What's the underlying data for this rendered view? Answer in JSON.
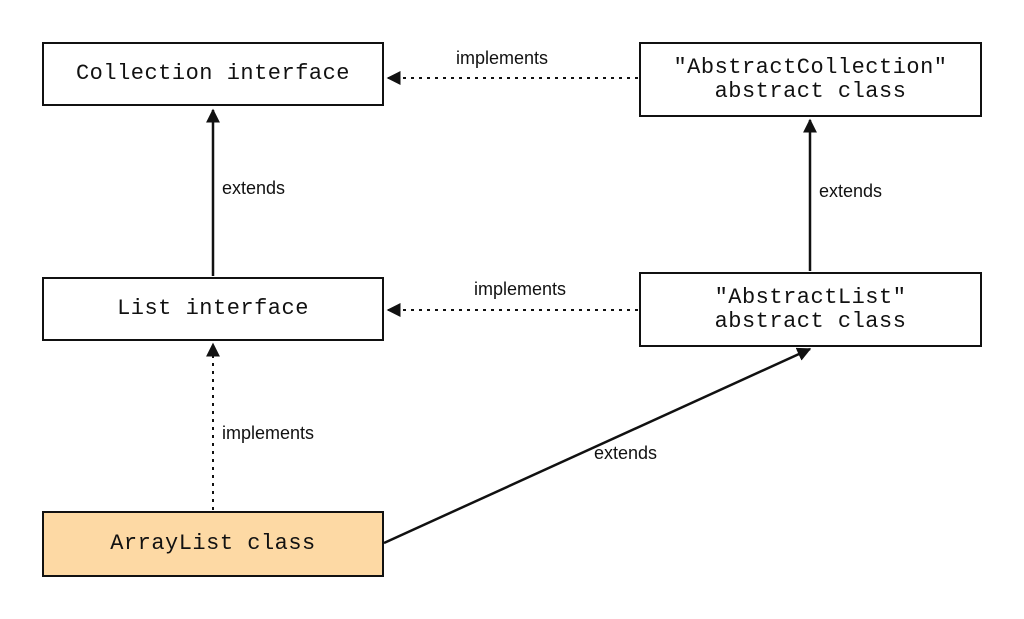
{
  "diagram": {
    "colors": {
      "highlight_fill": "#fdd9a4",
      "stroke": "#111111"
    },
    "nodes": {
      "collection": {
        "line1": "Collection interface"
      },
      "abstract_collection": {
        "line1": "\"AbstractCollection\"",
        "line2": "abstract class"
      },
      "list": {
        "line1": "List interface"
      },
      "abstract_list": {
        "line1": "\"AbstractList\"",
        "line2": "abstract class"
      },
      "arraylist": {
        "line1": "ArrayList class"
      }
    },
    "edges": {
      "abstract_collection_to_collection": "implements",
      "list_to_collection": "extends",
      "abstract_list_to_abstract_collection": "extends",
      "abstract_list_to_list": "implements",
      "arraylist_to_list": "implements",
      "arraylist_to_abstract_list": "extends"
    }
  }
}
